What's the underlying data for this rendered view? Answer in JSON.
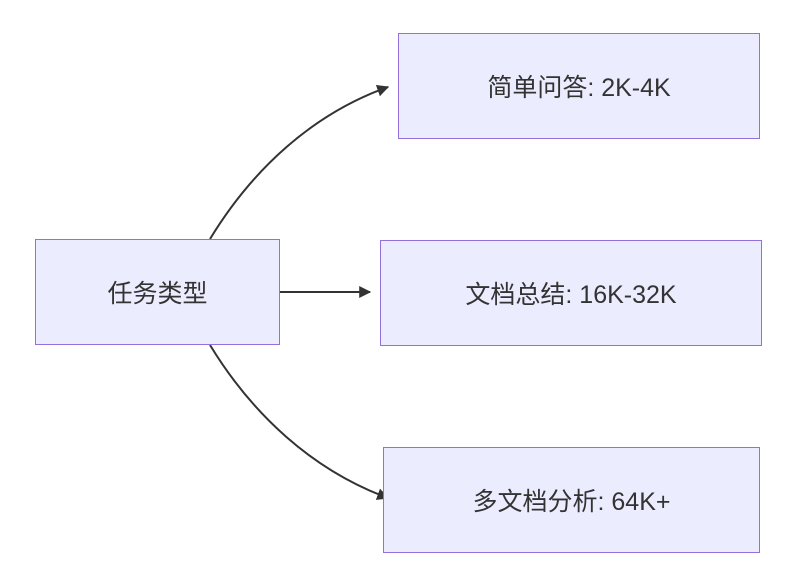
{
  "diagram": {
    "type": "flowchart",
    "direction": "left-to-right",
    "root": {
      "label": "任务类型"
    },
    "branches": [
      {
        "label": "简单问答: 2K-4K"
      },
      {
        "label": "文档总结: 16K-32K"
      },
      {
        "label": "多文档分析: 64K+"
      }
    ],
    "colors": {
      "node_fill": "#ECECFF",
      "node_border": "#9370DB",
      "text": "#333333",
      "edge": "#333333",
      "background": "#FFFFFF"
    }
  }
}
